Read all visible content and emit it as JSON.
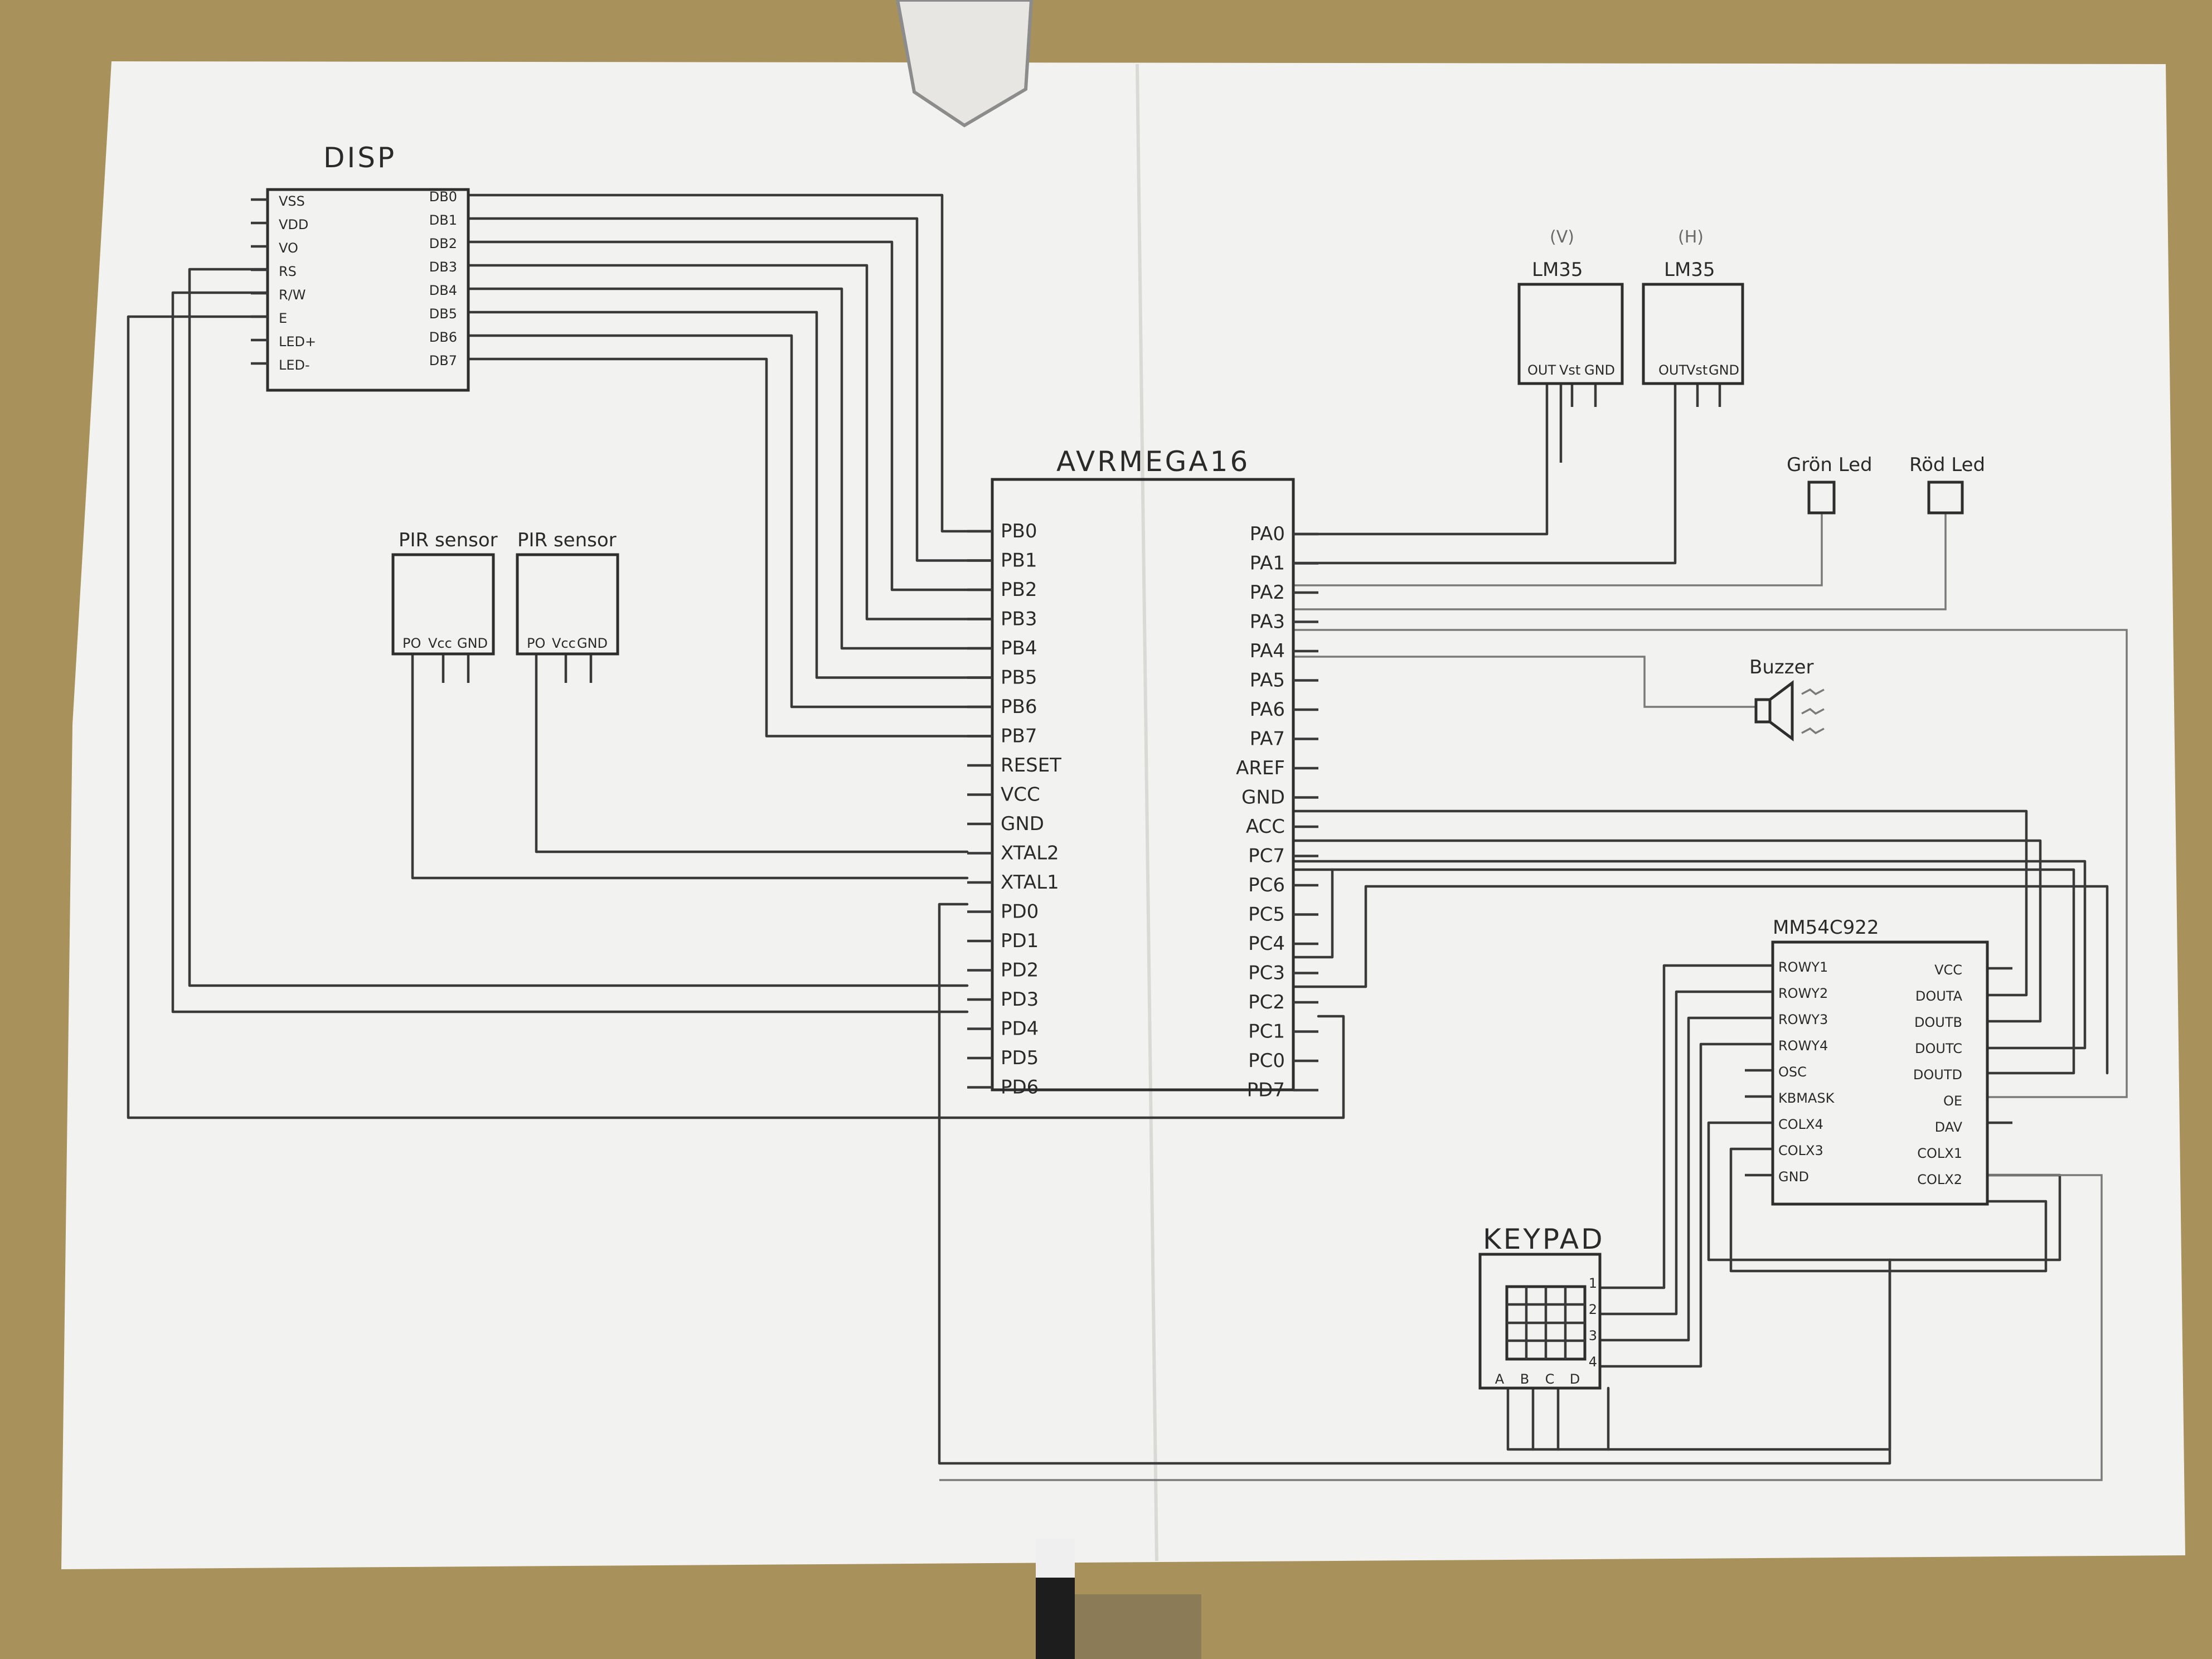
{
  "disp": {
    "title": "DISP",
    "left_pins": [
      "VSS",
      "VDD",
      "VO",
      "RS",
      "R/W",
      "E",
      "LED+",
      "LED-"
    ],
    "right_pins": [
      "DB0",
      "DB1",
      "DB2",
      "DB3",
      "DB4",
      "DB5",
      "DB6",
      "DB7"
    ]
  },
  "mcu": {
    "title": "AVRMEGA16",
    "left_pins": [
      "PB0",
      "PB1",
      "PB2",
      "PB3",
      "PB4",
      "PB5",
      "PB6",
      "PB7",
      "RESET",
      "VCC",
      "GND",
      "XTAL2",
      "XTAL1",
      "PD0",
      "PD1",
      "PD2",
      "PD3",
      "PD4",
      "PD5",
      "PD6"
    ],
    "right_pins": [
      "PA0",
      "PA1",
      "PA2",
      "PA3",
      "PA4",
      "PA5",
      "PA6",
      "PA7",
      "AREF",
      "GND",
      "ACC",
      "PC7",
      "PC6",
      "PC5",
      "PC4",
      "PC3",
      "PC2",
      "PC1",
      "PC0",
      "PD7"
    ]
  },
  "pir1": {
    "title": "PIR sensor",
    "pins": [
      "PO",
      "Vcc",
      "GND"
    ]
  },
  "pir2": {
    "title": "PIR sensor",
    "pins": [
      "PO",
      "Vcc",
      "GND"
    ]
  },
  "lm35_1": {
    "note": "(V)",
    "title": "LM35",
    "pins": [
      "OUT",
      "Vst",
      "GND"
    ]
  },
  "lm35_2": {
    "note": "(H)",
    "title": "LM35",
    "pins": [
      "OUT",
      "Vst",
      "GND"
    ]
  },
  "led_green": {
    "label": "Grön Led"
  },
  "led_red": {
    "label": "Röd Led"
  },
  "buzzer": {
    "label": "Buzzer"
  },
  "encoder": {
    "title": "MM54C922",
    "left_pins": [
      "ROWY1",
      "ROWY2",
      "ROWY3",
      "ROWY4",
      "OSC",
      "KBMASK",
      "COLX4",
      "COLX3",
      "GND"
    ],
    "right_pins": [
      "VCC",
      "DOUTA",
      "DOUTB",
      "DOUTC",
      "DOUTD",
      "OE",
      "DAV",
      "COLX1",
      "COLX2"
    ]
  },
  "keypad": {
    "title": "KEYPAD",
    "rows": [
      "1",
      "2",
      "3",
      "4"
    ],
    "cols": [
      "A",
      "B",
      "C",
      "D"
    ]
  }
}
